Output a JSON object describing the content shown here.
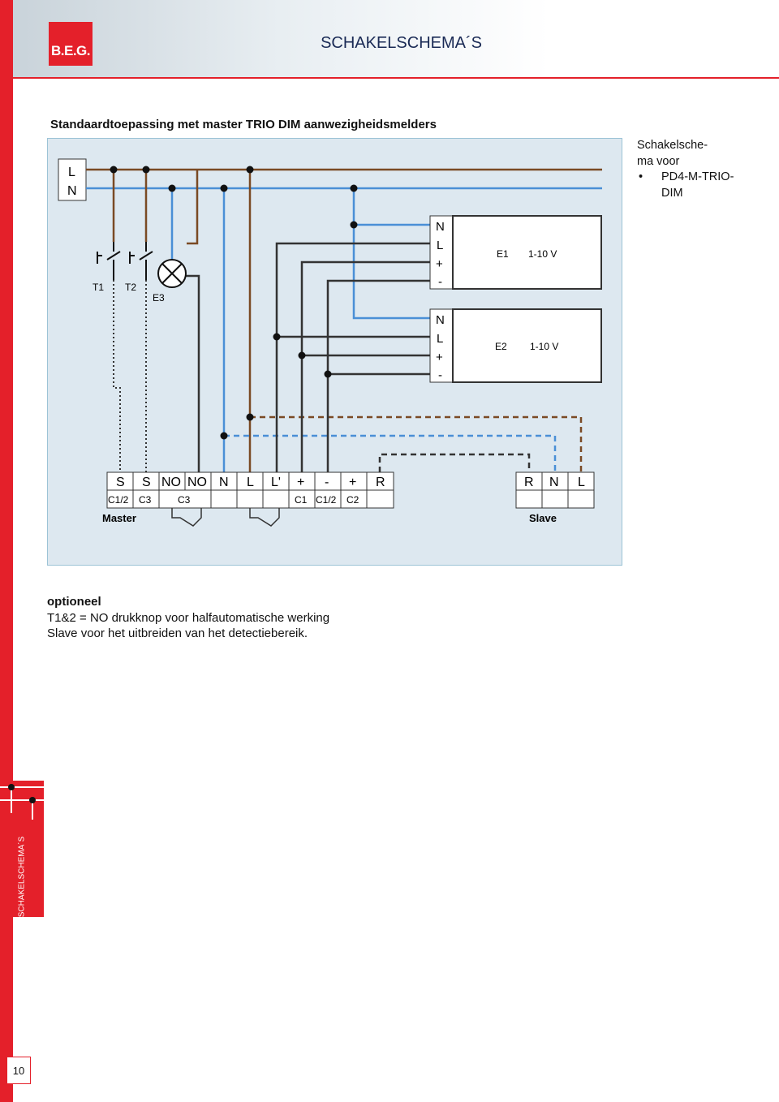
{
  "header": {
    "logo": "B.E.G.",
    "page_title": "SCHAKELSCHEMA´S"
  },
  "section": {
    "title": "Standaardtoepassing met master TRIO DIM aanwezigheidsmelders"
  },
  "caption": {
    "line1": "Schakelsche-",
    "line2": "ma voor",
    "bullet": "PD4-M-TRIO-DIM"
  },
  "diagram": {
    "bus_labels": {
      "L": "L",
      "N": "N"
    },
    "components": {
      "t1": "T1",
      "t2": "T2",
      "e3": "E3"
    },
    "ballast1": {
      "terms": [
        "N",
        "L",
        "+",
        "-"
      ],
      "name": "E1",
      "type": "1-10 V"
    },
    "ballast2": {
      "terms": [
        "N",
        "L",
        "+",
        "-"
      ],
      "name": "E2",
      "type": "1-10 V"
    },
    "master": {
      "terms": [
        "S",
        "S",
        "NO",
        "NO",
        "N",
        "L",
        "L'",
        "+",
        "-",
        "+",
        "R"
      ],
      "sublabels": [
        "C1/2",
        "C3",
        "C3",
        "C1",
        "C1/2",
        "C2"
      ],
      "label": "Master"
    },
    "slave": {
      "terms": [
        "R",
        "N",
        "L"
      ],
      "label": "Slave"
    },
    "colors": {
      "L": "#7a4a24",
      "N": "#4a8fd6",
      "ctrl": "#333333",
      "bg": "#dde8f0"
    }
  },
  "notes": {
    "title": "optioneel",
    "line1": "T1&2 = NO drukknop voor halfautomatische werking",
    "line2": "Slave voor het uitbreiden van het detectiebereik."
  },
  "side_tab": {
    "label": "SCHAKELSCHEMA´S"
  },
  "page_number": "10"
}
